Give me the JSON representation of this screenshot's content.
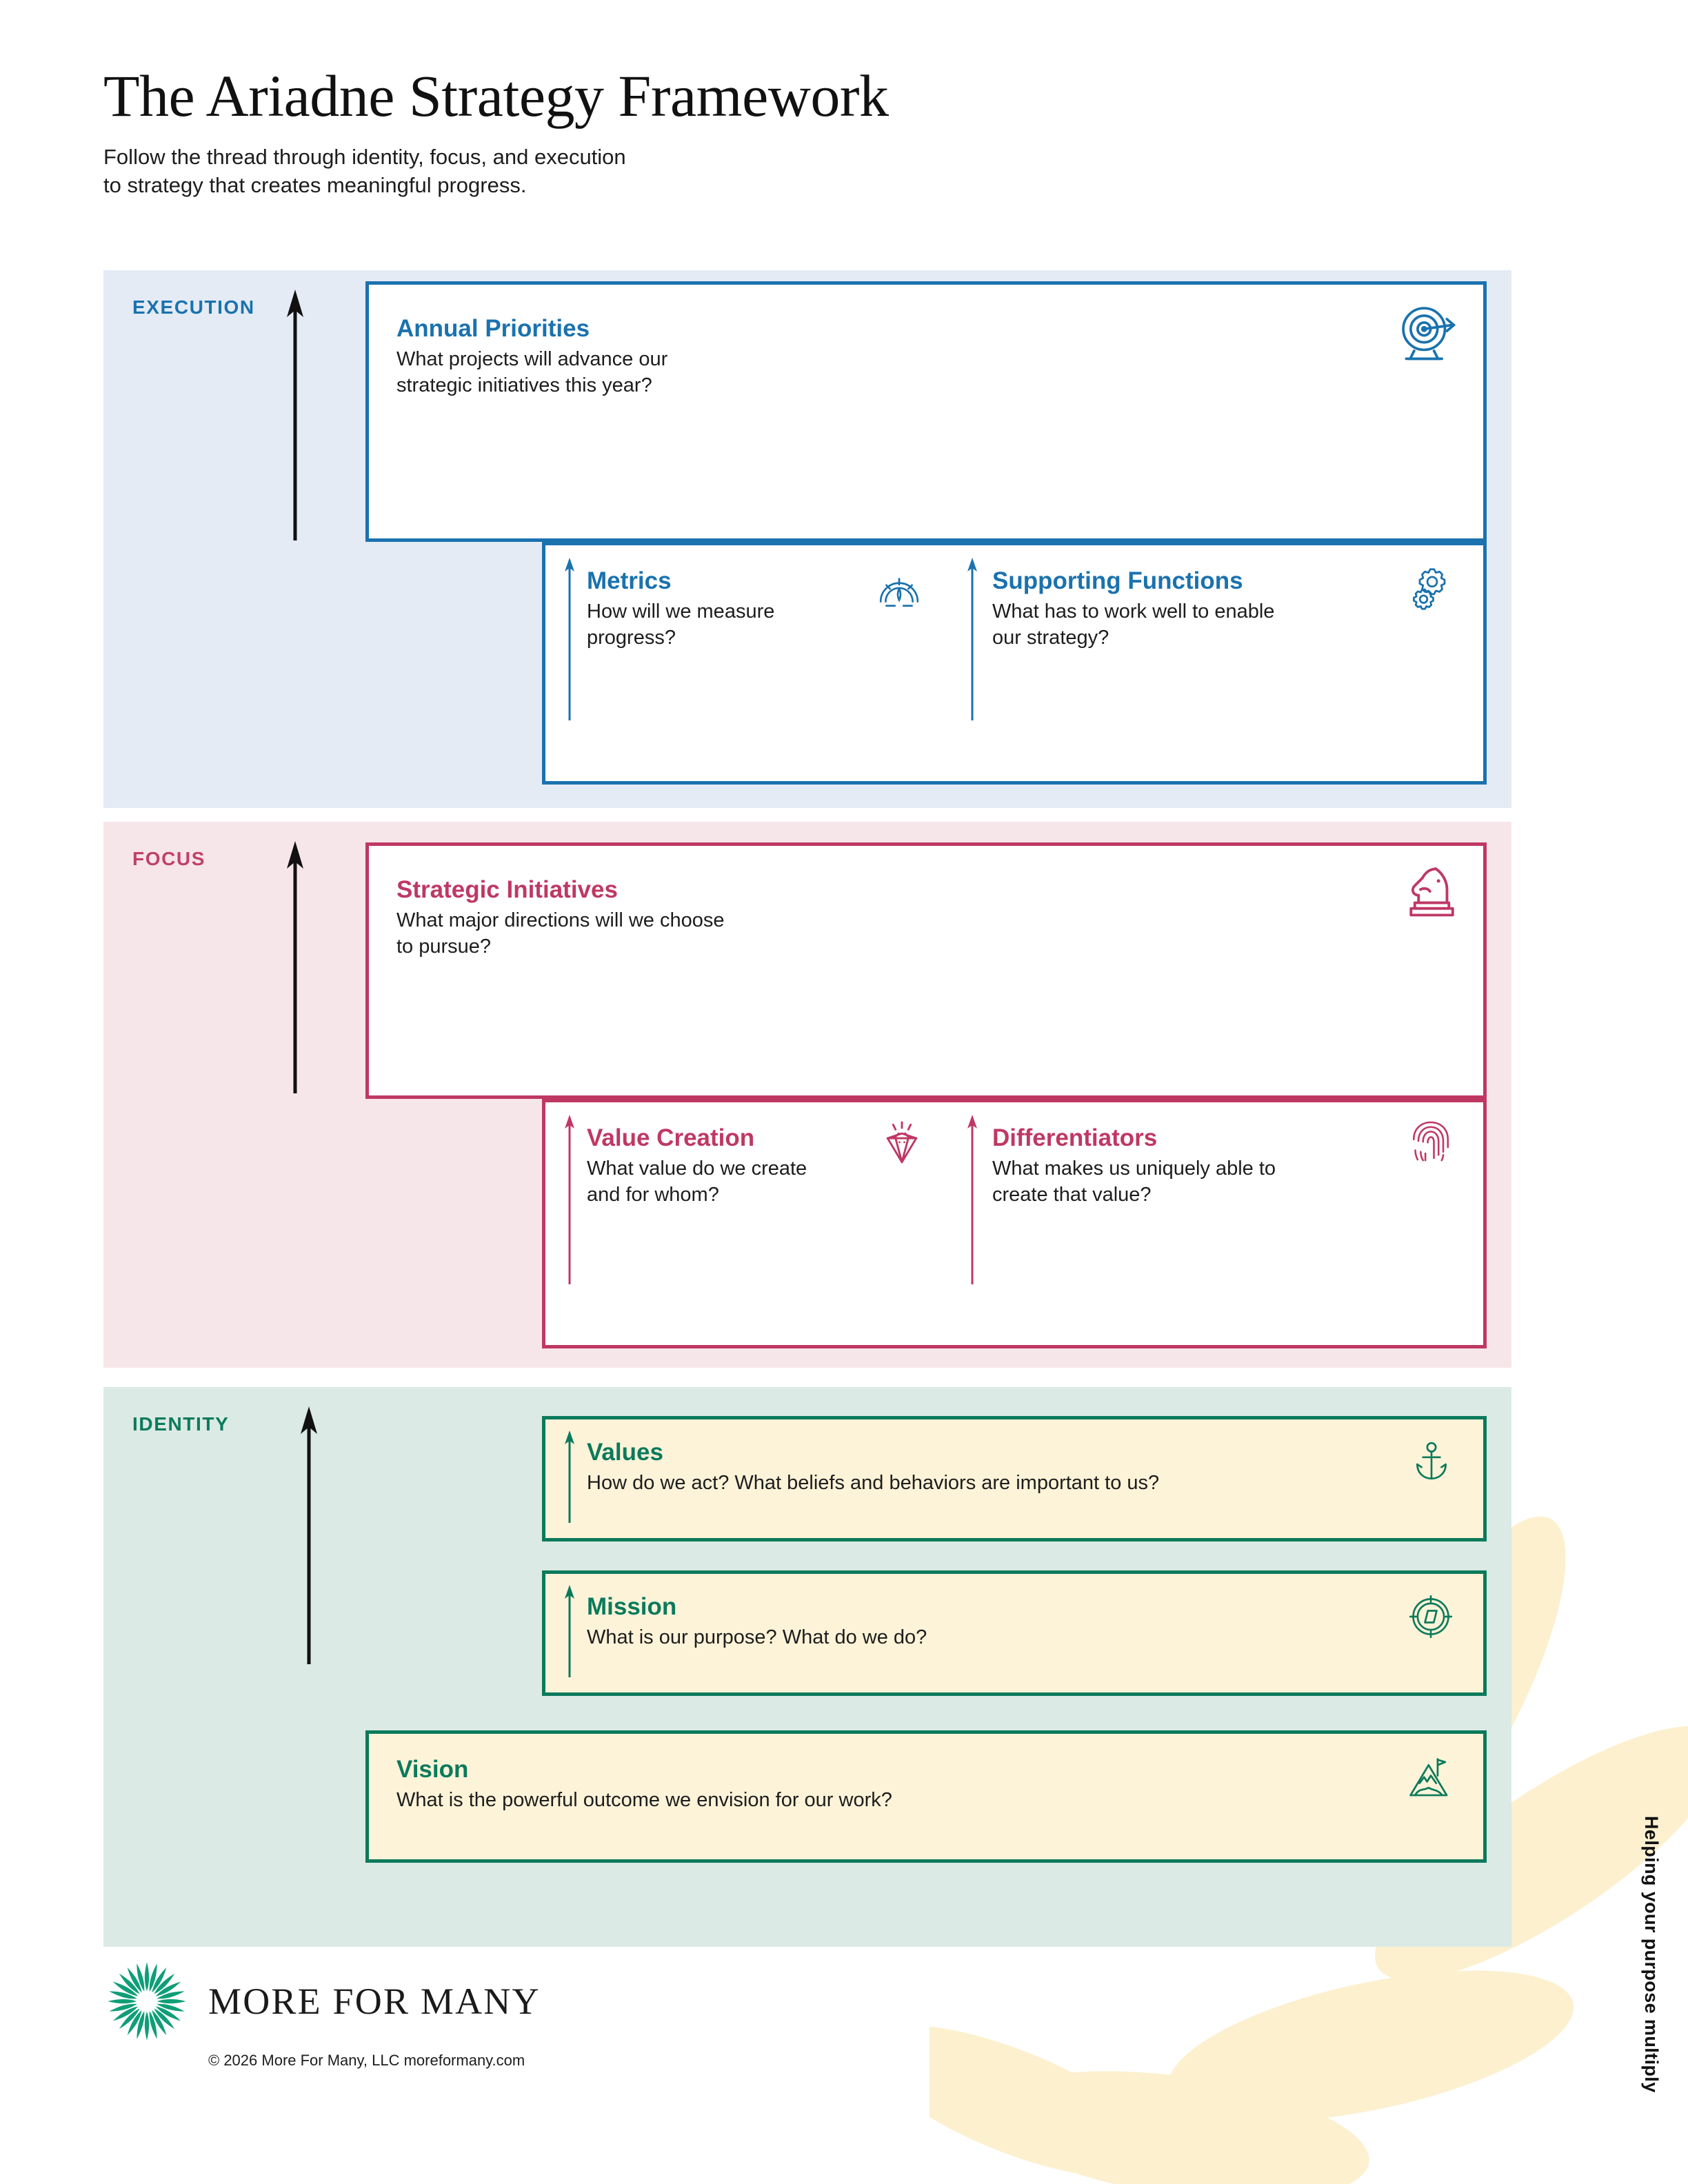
{
  "document": {
    "title": "The Ariadne Strategy Framework",
    "subtitle_line1": "Follow the thread through identity, focus, and execution",
    "subtitle_line2": "to strategy that creates meaningful progress."
  },
  "colors": {
    "execution_accent": "#1a72ae",
    "execution_band": "#e4ebf5",
    "focus_accent": "#bf3864",
    "focus_band": "#f6e6ea",
    "identity_accent": "#0b7a5c",
    "identity_band": "#dbeae4",
    "identity_box_fill": "#fdf3d8",
    "petal_decor": "#fcf0cf"
  },
  "bands": [
    {
      "label": "EXECUTION",
      "accent": "#1a72ae",
      "blocks": [
        {
          "title": "Annual Priorities",
          "question_line1": "What projects will advance our",
          "question_line2": "strategic initiatives this year?",
          "icon": "target-icon"
        },
        {
          "title": "Metrics",
          "question_line1": "How will we measure",
          "question_line2": "progress?",
          "icon": "gauge-icon"
        },
        {
          "title": "Supporting Functions",
          "question_line1": "What has to work well to enable",
          "question_line2": "our strategy?",
          "icon": "gears-icon"
        }
      ]
    },
    {
      "label": "FOCUS",
      "accent": "#bf3864",
      "blocks": [
        {
          "title": "Strategic Initiatives",
          "question_line1": "What major directions will we choose",
          "question_line2": "to pursue?",
          "icon": "chess-knight-icon"
        },
        {
          "title": "Value Creation",
          "question_line1": "What value do we create",
          "question_line2": "and for whom?",
          "icon": "diamond-icon"
        },
        {
          "title": "Differentiators",
          "question_line1": "What makes us uniquely able to",
          "question_line2": "create that value?",
          "icon": "fingerprint-icon"
        }
      ]
    },
    {
      "label": "IDENTITY",
      "accent": "#0b7a5c",
      "blocks": [
        {
          "title": "Values",
          "question_line1": "How do we act? What beliefs and behaviors are important to us?",
          "question_line2": "",
          "icon": "anchor-icon"
        },
        {
          "title": "Mission",
          "question_line1": "What is our purpose? What do we do?",
          "question_line2": "",
          "icon": "compass-icon"
        },
        {
          "title": "Vision",
          "question_line1": "What is the powerful outcome we envision for our work?",
          "question_line2": "",
          "icon": "mountain-flag-icon"
        }
      ]
    }
  ],
  "footer": {
    "brand": "MORE FOR MANY",
    "copyright": "© 2026 More For Many, LLC   moreformany.com",
    "tagline": "Helping your purpose multiply"
  }
}
